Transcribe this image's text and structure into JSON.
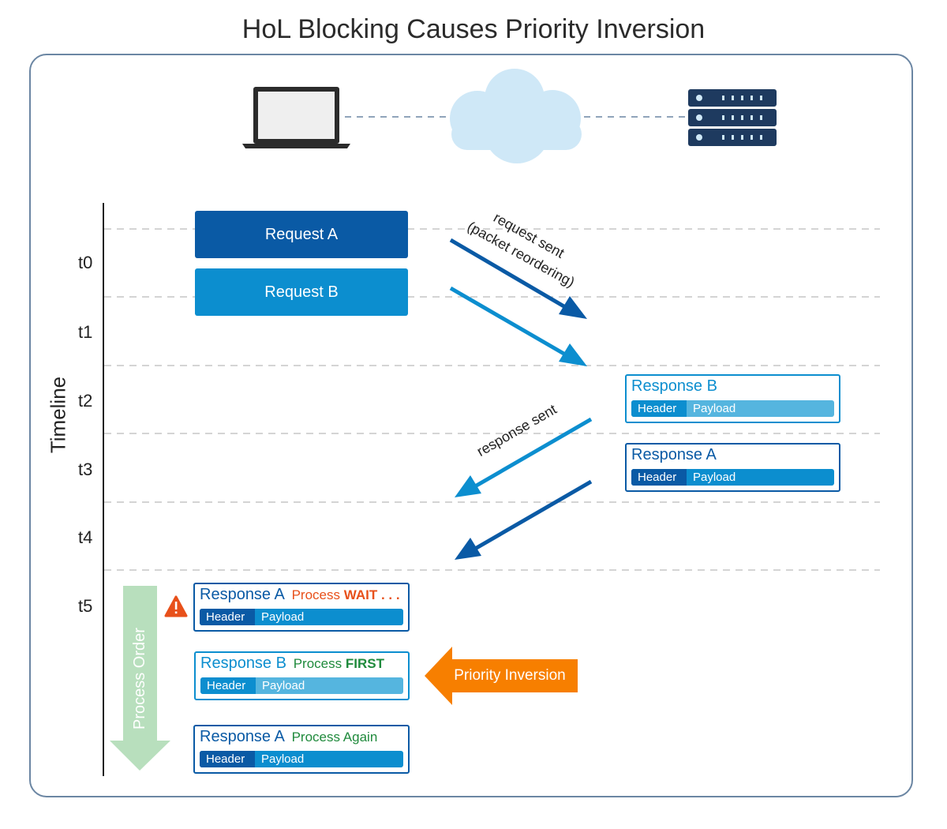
{
  "title": "HoL Blocking Causes Priority Inversion",
  "timeline": {
    "label": "Timeline",
    "ticks": [
      "t0",
      "t1",
      "t2",
      "t3",
      "t4",
      "t5"
    ]
  },
  "icons": {
    "client": "laptop-icon",
    "network": "cloud-icon",
    "server": "server-rack-icon"
  },
  "requests": {
    "a": "Request A",
    "b": "Request B"
  },
  "arrow_labels": {
    "request_sent": "request sent",
    "packet_reordering": "(packet reordering)",
    "response_sent": "response sent"
  },
  "server_responses": [
    {
      "name": "Response B",
      "header": "Header",
      "payload": "Payload"
    },
    {
      "name": "Response A",
      "header": "Header",
      "payload": "Payload"
    }
  ],
  "client_responses": [
    {
      "name": "Response A",
      "status_prefix": "Process",
      "status_word": "WAIT . . .",
      "header": "Header",
      "payload": "Payload"
    },
    {
      "name": "Response B",
      "status_prefix": "Process",
      "status_word": "FIRST",
      "header": "Header",
      "payload": "Payload"
    },
    {
      "name": "Response A",
      "status_prefix": "Process Again",
      "status_word": "",
      "header": "Header",
      "payload": "Payload"
    }
  ],
  "priority_inversion": "Priority Inversion",
  "process_order": "Process Order",
  "colors": {
    "dark_blue": "#0a5aa5",
    "light_blue": "#0c8ecf",
    "pale_blue": "#55b5df",
    "orange": "#f77f00",
    "warning": "#e8501a",
    "green": "#1f8a3c",
    "process_order_arrow": "#b8dfbd",
    "frame": "#6b86a3"
  }
}
